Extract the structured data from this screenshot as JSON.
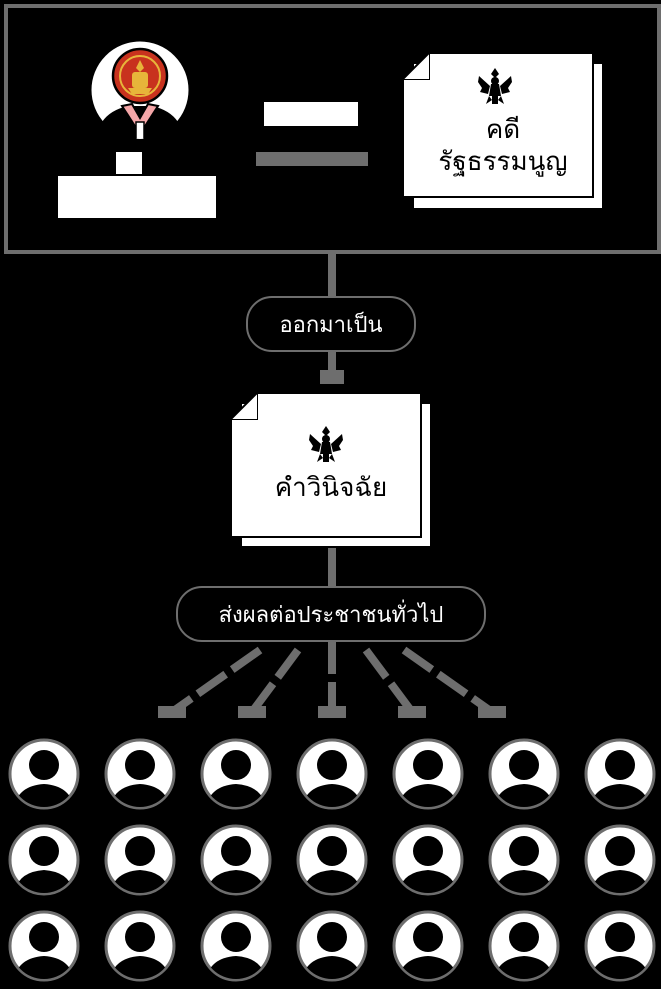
{
  "case_doc": {
    "line1": "คดี",
    "line2": "รัฐธรรมนูญ"
  },
  "flow_label_1": "ออกมาเป็น",
  "ruling_doc": {
    "label": "คำวินิจฉัย"
  },
  "flow_label_2": "ส่งผลต่อประชาชนทั่วไป",
  "colors": {
    "background": "#000000",
    "connector": "#6e6e6e",
    "robe_pink": "#f4a6a8",
    "seal_red": "#c8321e",
    "seal_gold": "#e7b53a"
  },
  "icons": {
    "judge": "judge-avatar-icon",
    "emblem": "garuda-emblem-icon",
    "person": "person-avatar-icon"
  },
  "people_grid": {
    "rows": 3,
    "columns": 7
  }
}
